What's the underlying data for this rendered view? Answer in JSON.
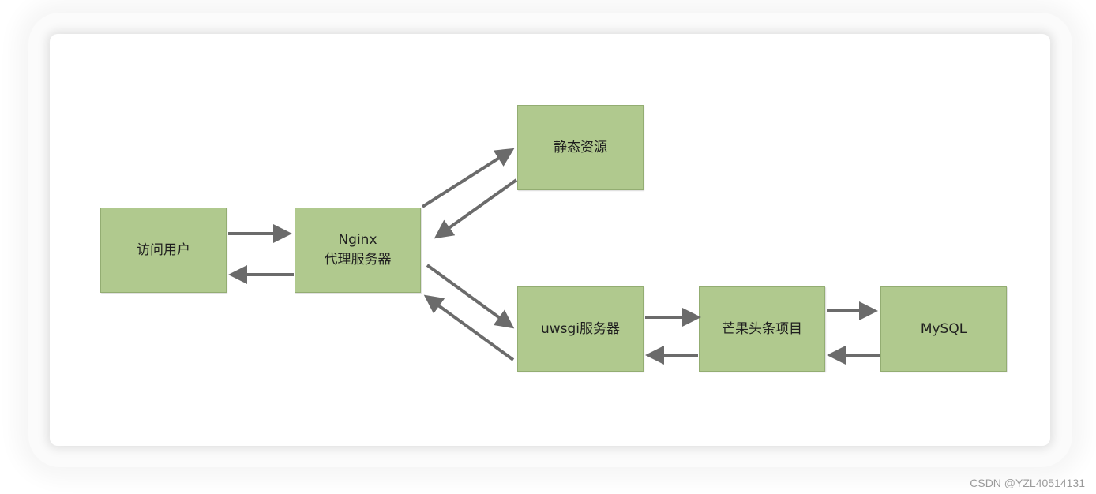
{
  "nodes": {
    "user": "访问用户",
    "nginx": "Nginx\n代理服务器",
    "static": "静态资源",
    "uwsgi": "uwsgi服务器",
    "project": "芒果头条项目",
    "mysql": "MySQL"
  },
  "watermark": "CSDN @YZL40514131",
  "colors": {
    "node_fill": "#b0c98e",
    "arrow": "#6b6b6b"
  }
}
